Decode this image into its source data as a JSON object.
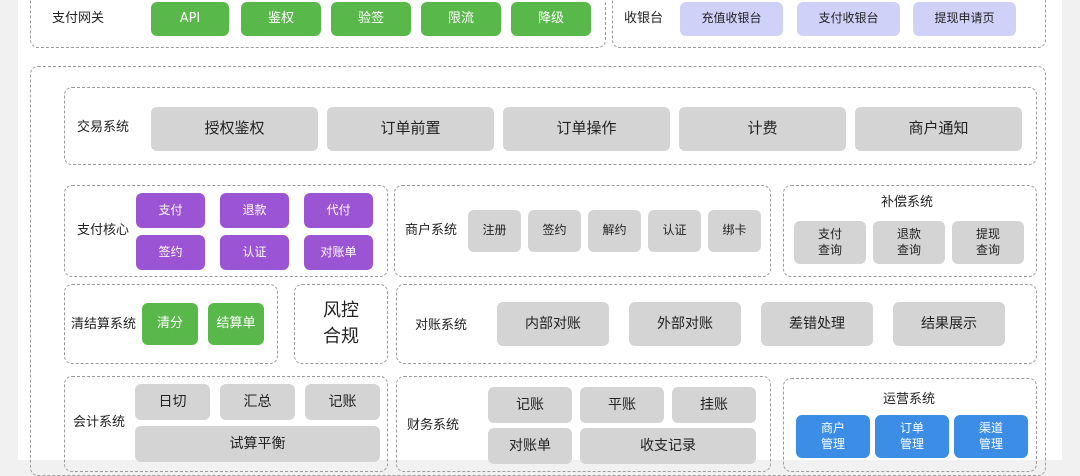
{
  "gateway": {
    "label": "支付网关",
    "items": [
      "API",
      "鉴权",
      "验签",
      "限流",
      "降级"
    ]
  },
  "cashier": {
    "label": "收银台",
    "items": [
      "充值收银台",
      "支付收银台",
      "提现申请页"
    ]
  },
  "trade": {
    "label": "交易系统",
    "items": [
      "授权鉴权",
      "订单前置",
      "订单操作",
      "计费",
      "商户通知"
    ]
  },
  "pay_core": {
    "label": "支付核心",
    "items": [
      "支付",
      "退款",
      "代付",
      "签约",
      "认证",
      "对账单"
    ]
  },
  "merchant": {
    "label": "商户系统",
    "items": [
      "注册",
      "签约",
      "解约",
      "认证",
      "绑卡"
    ]
  },
  "compensation": {
    "label": "补偿系统",
    "items": [
      "支付\n查询",
      "退款\n查询",
      "提现\n查询"
    ]
  },
  "clearing": {
    "label": "清结算系统",
    "items": [
      "清分",
      "结算单"
    ]
  },
  "risk": {
    "label": "风控\n合规"
  },
  "reconcile": {
    "label": "对账系统",
    "items": [
      "内部对账",
      "外部对账",
      "差错处理",
      "结果展示"
    ]
  },
  "accounting": {
    "label": "会计系统",
    "items": [
      "日切",
      "汇总",
      "记账"
    ],
    "wide": "试算平衡"
  },
  "finance": {
    "label": "财务系统",
    "items": [
      "记账",
      "平账",
      "挂账",
      "对账单"
    ],
    "wide": "收支记录"
  },
  "operations": {
    "label": "运营系统",
    "items": [
      "商户\n管理",
      "订单\n管理",
      "渠道\n管理"
    ]
  },
  "colors": {
    "green": "#59b84a",
    "lavender": "#cfd1f8",
    "purple": "#9b55d4",
    "gray": "#d4d4d4",
    "blue": "#3b8de6"
  }
}
